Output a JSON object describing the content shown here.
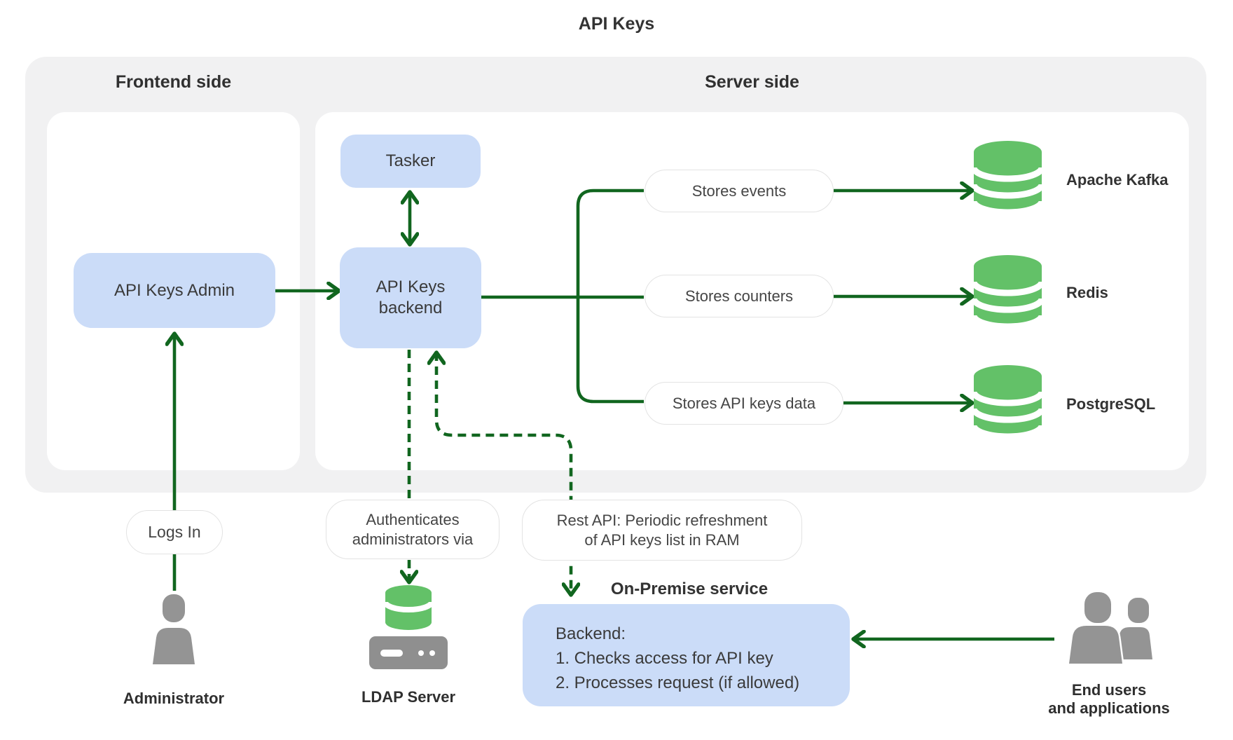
{
  "title": "API Keys",
  "colors": {
    "accent_green": "#11661F",
    "db_green": "#63C168",
    "node_blue": "#CBDCF8",
    "container_gray": "#F1F1F2",
    "icon_gray": "#949494",
    "server_gray": "#8F8F8F",
    "pill_border": "#E3E3E3",
    "text_dark": "#333333"
  },
  "sections": {
    "frontend": {
      "heading": "Frontend side"
    },
    "server": {
      "heading": "Server side"
    }
  },
  "nodes": {
    "api_keys_admin": {
      "label": "API Keys Admin"
    },
    "tasker": {
      "label": "Tasker"
    },
    "backend": {
      "label": "API Keys\nbackend"
    }
  },
  "flow_labels": {
    "stores_events": "Stores events",
    "stores_counters": "Stores counters",
    "stores_api_keys": "Stores API keys data",
    "logs_in": "Logs In",
    "authenticates": "Authenticates\nadministrators via",
    "rest_api": "Rest API: Periodic refreshment\nof API keys list in RAM"
  },
  "databases": [
    {
      "name": "Apache Kafka"
    },
    {
      "name": "Redis"
    },
    {
      "name": "PostgreSQL"
    }
  ],
  "on_premise": {
    "heading": "On-Premise service",
    "backend_text": "Backend:\n1. Checks access for API key\n2. Processes request (if allowed)"
  },
  "actors": {
    "administrator": "Administrator",
    "ldap_server": "LDAP Server",
    "end_users": "End users\nand applications"
  }
}
